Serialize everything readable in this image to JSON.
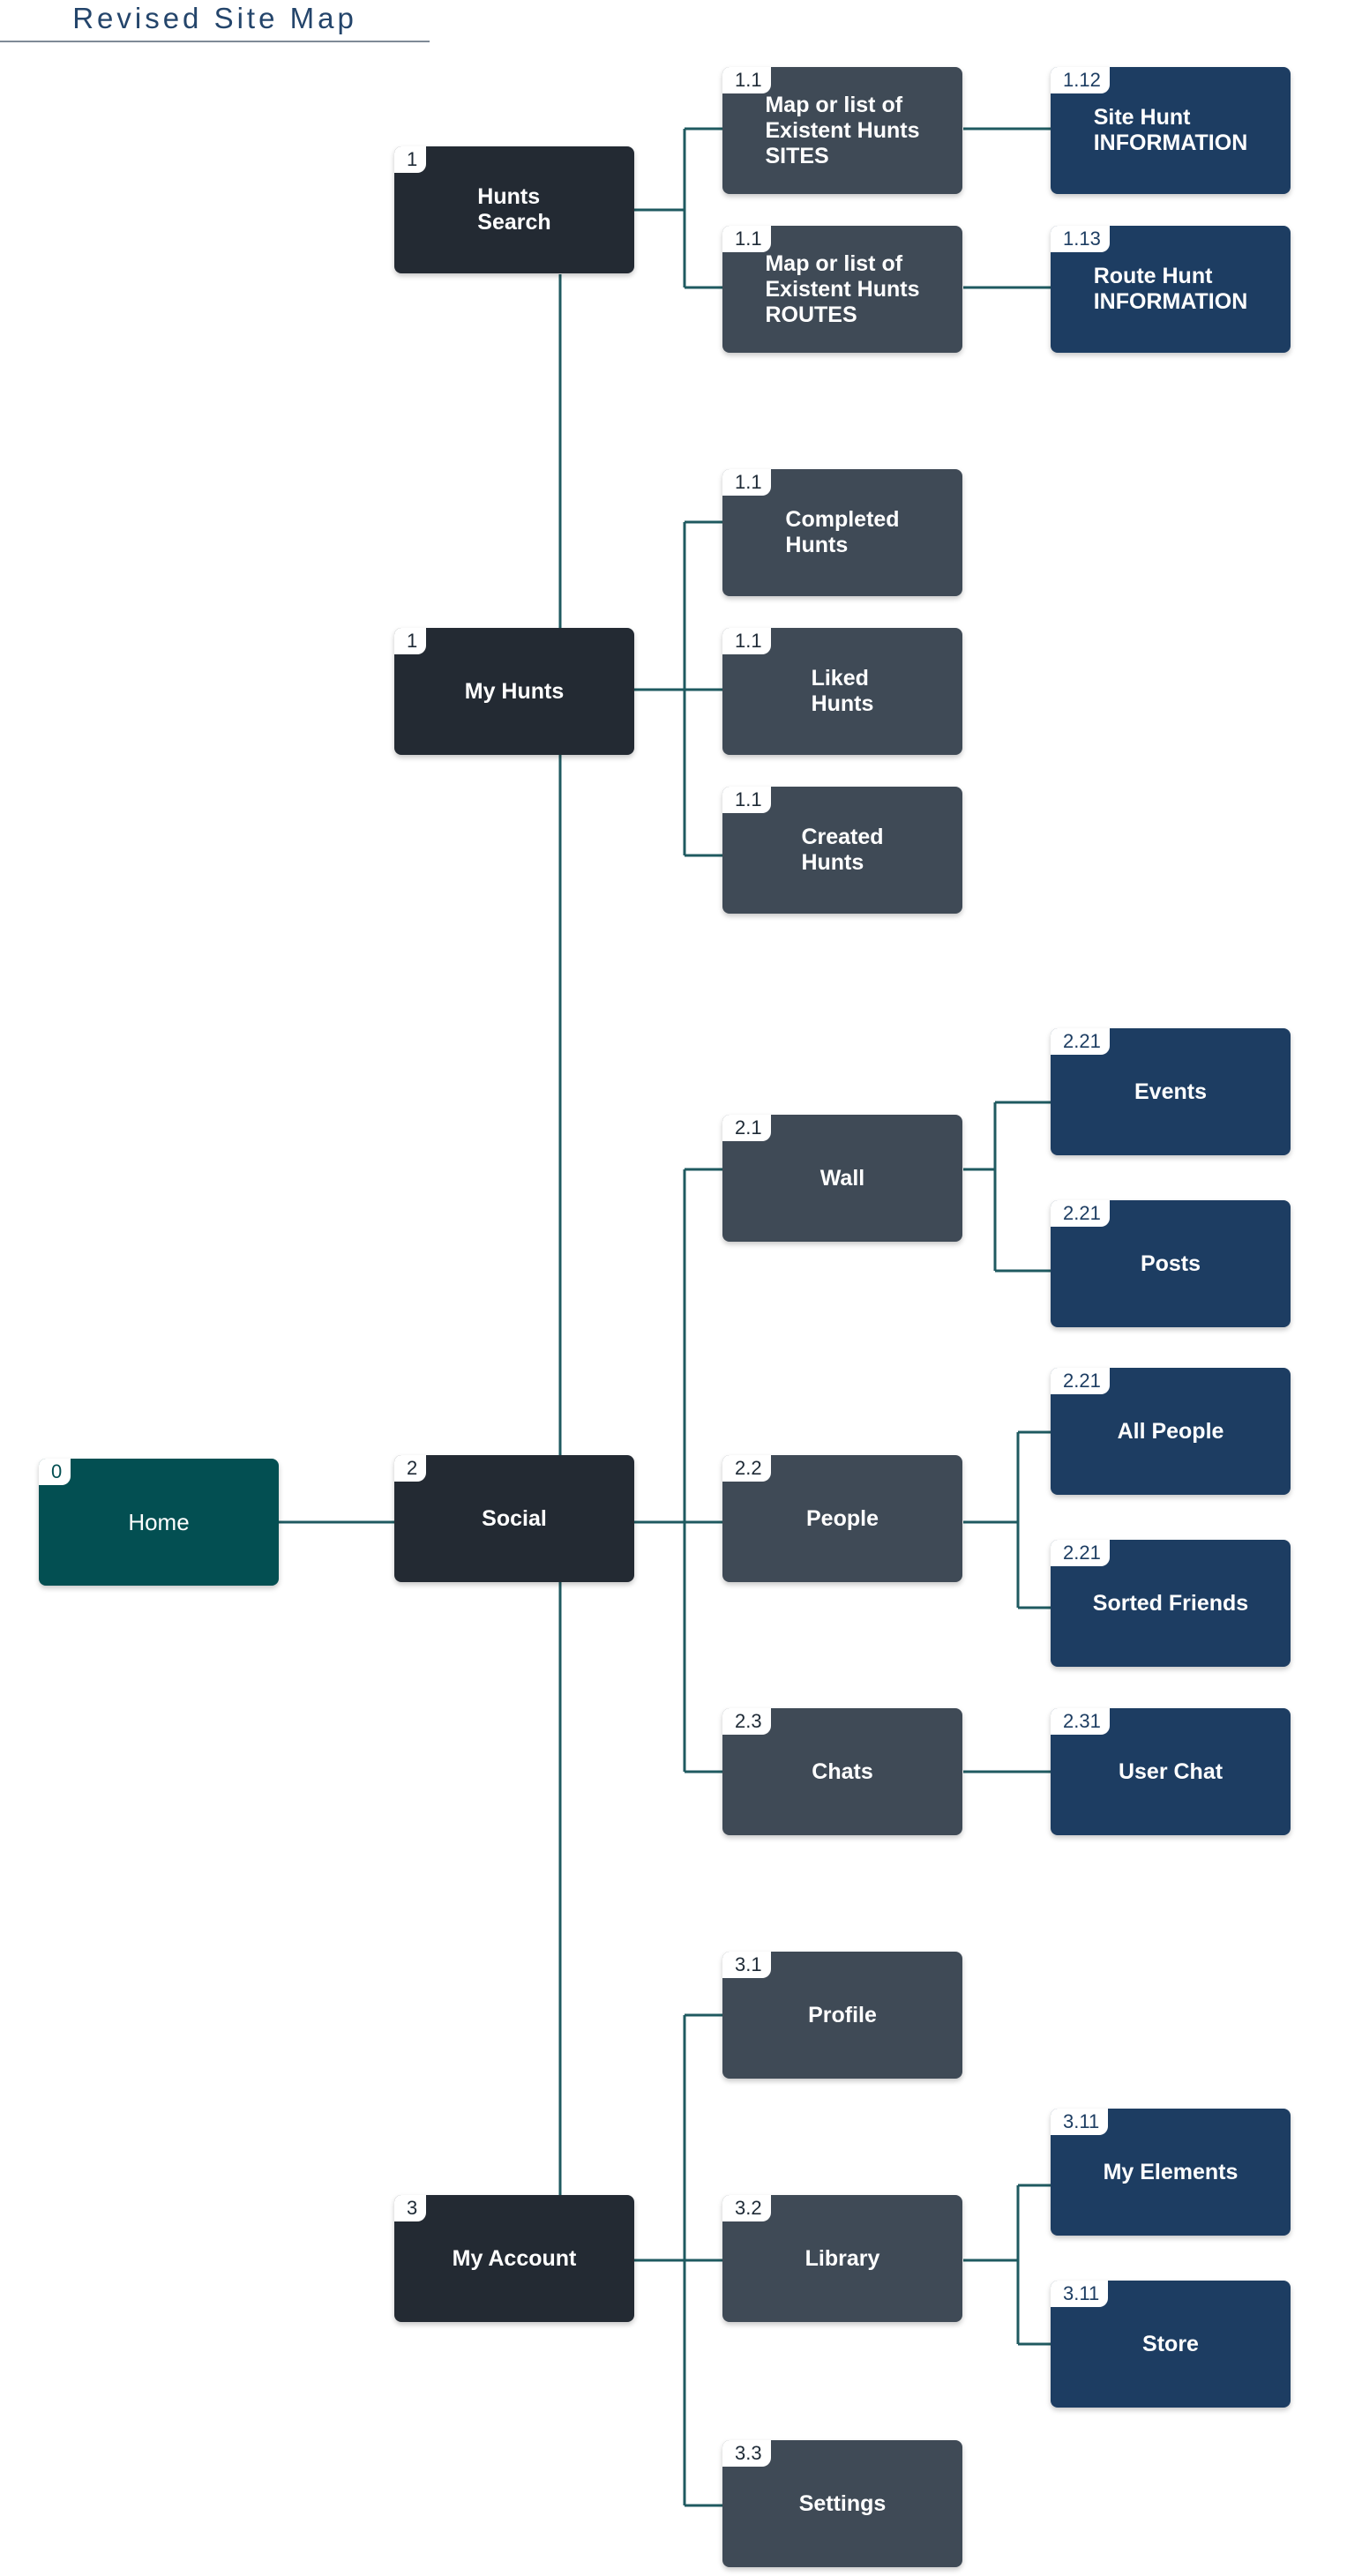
{
  "title": "Revised Site Map",
  "colors": {
    "connector": "#1f5a60",
    "home": "#034f52",
    "level1": "#232a33",
    "level2": "#3f4a56",
    "level3": "#1d3d62"
  },
  "nodes": {
    "home": {
      "id": "0",
      "label": "Home"
    },
    "hunts_search": {
      "id": "1",
      "label": "Hunts\nSearch"
    },
    "map_sites": {
      "id": "1.1",
      "label": "Map or list of\nExistent Hunts\nSITES"
    },
    "site_info": {
      "id": "1.12",
      "label": "Site Hunt\nINFORMATION"
    },
    "map_routes": {
      "id": "1.1",
      "label": "Map or list of\nExistent Hunts\nROUTES"
    },
    "route_info": {
      "id": "1.13",
      "label": "Route Hunt\nINFORMATION"
    },
    "my_hunts": {
      "id": "1",
      "label": "My Hunts"
    },
    "completed": {
      "id": "1.1",
      "label": "Completed\n Hunts"
    },
    "liked": {
      "id": "1.1",
      "label": "Liked\nHunts"
    },
    "created": {
      "id": "1.1",
      "label": "Created\nHunts"
    },
    "social": {
      "id": "2",
      "label": "Social"
    },
    "wall": {
      "id": "2.1",
      "label": "Wall"
    },
    "events": {
      "id": "2.21",
      "label": "Events"
    },
    "posts": {
      "id": "2.21",
      "label": "Posts"
    },
    "people": {
      "id": "2.2",
      "label": "People"
    },
    "all_people": {
      "id": "2.21",
      "label": "All People"
    },
    "sorted_friends": {
      "id": "2.21",
      "label": "Sorted Friends"
    },
    "chats": {
      "id": "2.3",
      "label": "Chats"
    },
    "user_chat": {
      "id": "2.31",
      "label": "User Chat"
    },
    "my_account": {
      "id": "3",
      "label": "My Account"
    },
    "profile": {
      "id": "3.1",
      "label": "Profile"
    },
    "library": {
      "id": "3.2",
      "label": "Library"
    },
    "my_elements": {
      "id": "3.11",
      "label": "My Elements"
    },
    "store": {
      "id": "3.11",
      "label": "Store"
    },
    "settings": {
      "id": "3.3",
      "label": "Settings"
    }
  }
}
